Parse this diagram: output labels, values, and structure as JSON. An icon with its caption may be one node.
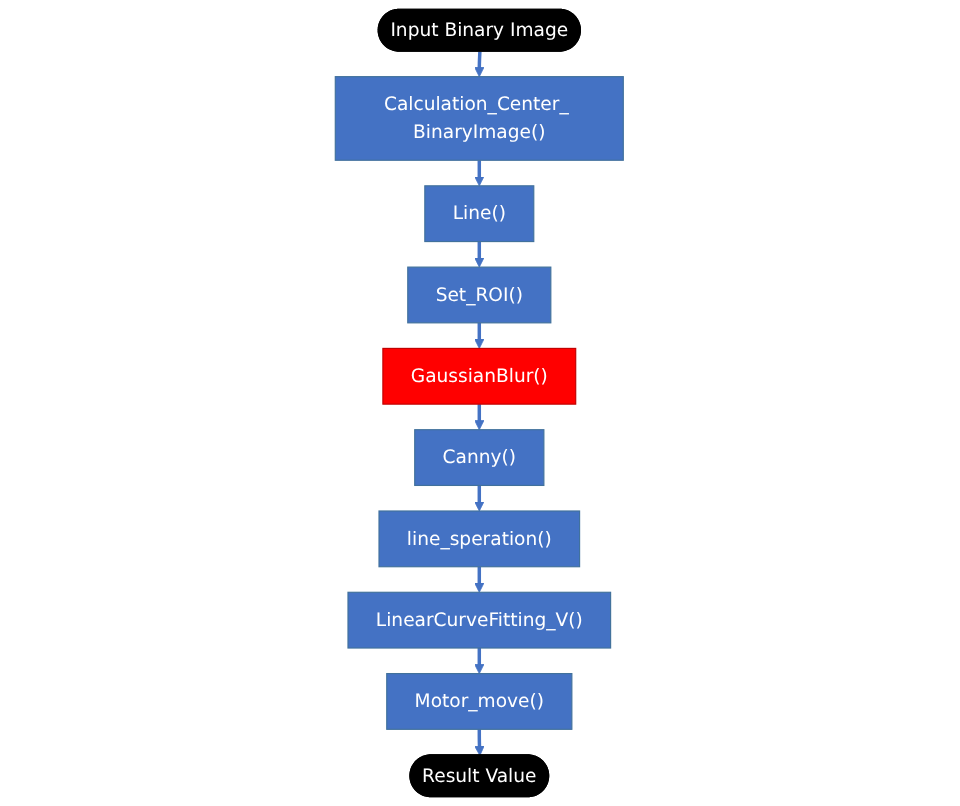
{
  "diagram": {
    "nodes": [
      {
        "text": [
          "Input Binary Image"
        ]
      },
      {
        "text": [
          "Calculation_Center_ BinaryImage()"
        ]
      },
      {
        "text": [
          "Line()"
        ]
      },
      {
        "text": [
          "Set_ROI()"
        ]
      },
      {
        "text": [
          "GaussianBlur()"
        ]
      },
      {
        "text": [
          "Canny()"
        ]
      },
      {
        "text": [
          "line_speration()"
        ]
      },
      {
        "text": [
          "LinearCurveFitting_V()"
        ]
      },
      {
        "text": [
          "Motor_move()"
        ]
      },
      {
        "text": [
          "Result Value"
        ]
      }
    ],
    "edges": [
      {
        "from": 0,
        "to": 1,
        "arrow": "to"
      },
      {
        "from": 1,
        "to": 2,
        "arrow": "to"
      },
      {
        "from": 2,
        "to": 3,
        "arrow": "to"
      },
      {
        "from": 3,
        "to": 4,
        "arrow": "to"
      },
      {
        "from": 4,
        "to": 5,
        "arrow": "to"
      },
      {
        "from": 5,
        "to": 6,
        "arrow": "to"
      },
      {
        "from": 6,
        "to": 7,
        "arrow": "to"
      },
      {
        "from": 7,
        "to": 8,
        "arrow": "to"
      },
      {
        "from": 8,
        "to": 9,
        "arrow": "to"
      }
    ]
  }
}
